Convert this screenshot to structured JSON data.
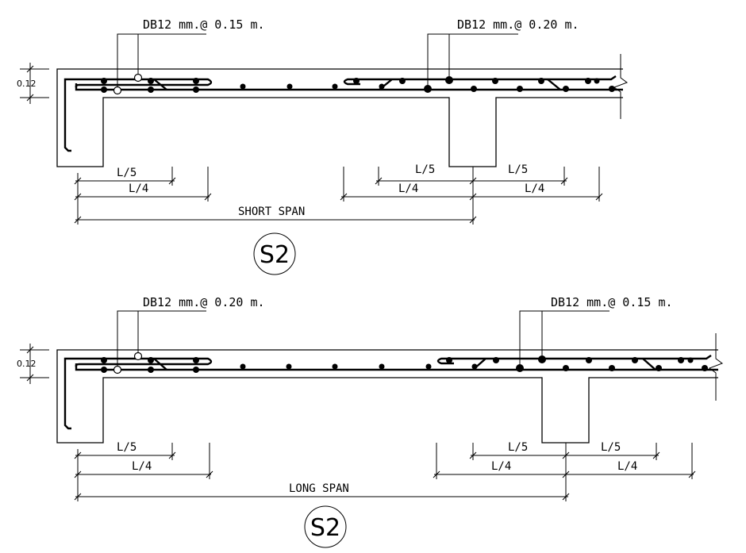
{
  "sections": [
    {
      "top_note": "DB12 mm.@ 0.15 m.",
      "mid_note": "DB12 mm.@ 0.20 m.",
      "thickness": "0.12",
      "dim_l5": "L/5",
      "dim_l4": "L/4",
      "span_label": "SHORT SPAN",
      "badge": "S2"
    },
    {
      "top_note": "DB12 mm.@ 0.20 m.",
      "mid_note": "DB12 mm.@ 0.15 m.",
      "thickness": "0.12",
      "dim_l5": "L/5",
      "dim_l4": "L/4",
      "span_label": "LONG SPAN",
      "badge": "S2"
    }
  ]
}
